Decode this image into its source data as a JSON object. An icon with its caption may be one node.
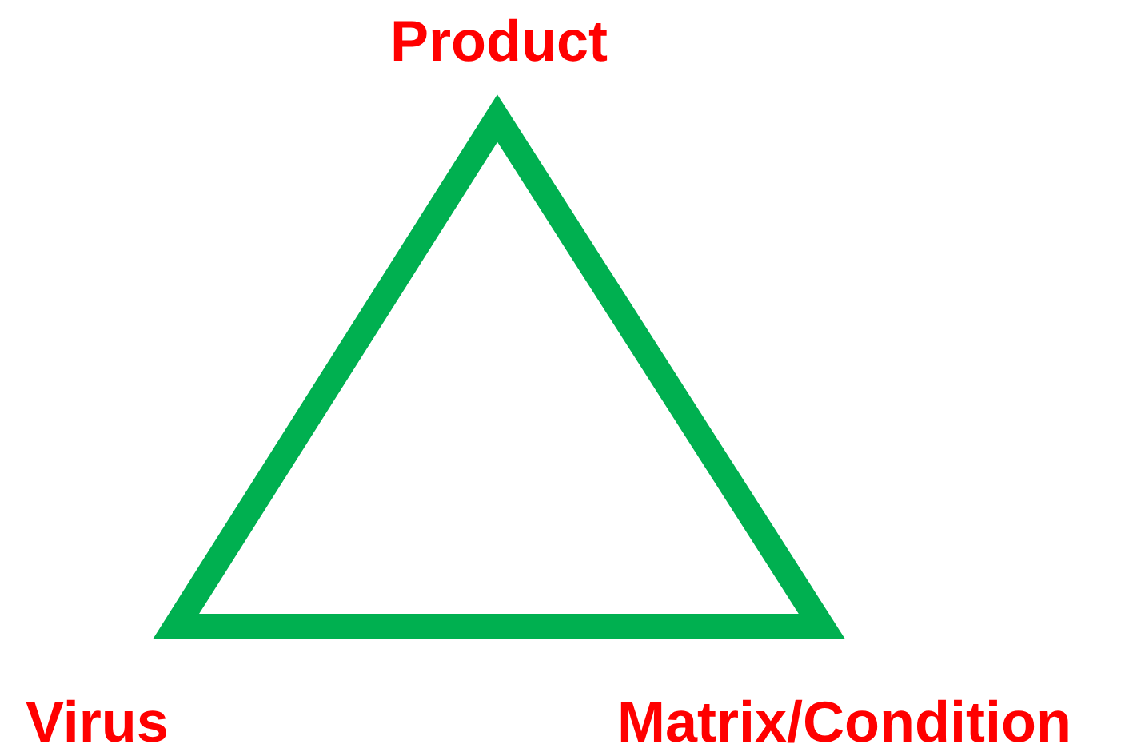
{
  "diagram": {
    "labels": [
      "Product",
      "Virus",
      "Matrix/Condition"
    ]
  }
}
